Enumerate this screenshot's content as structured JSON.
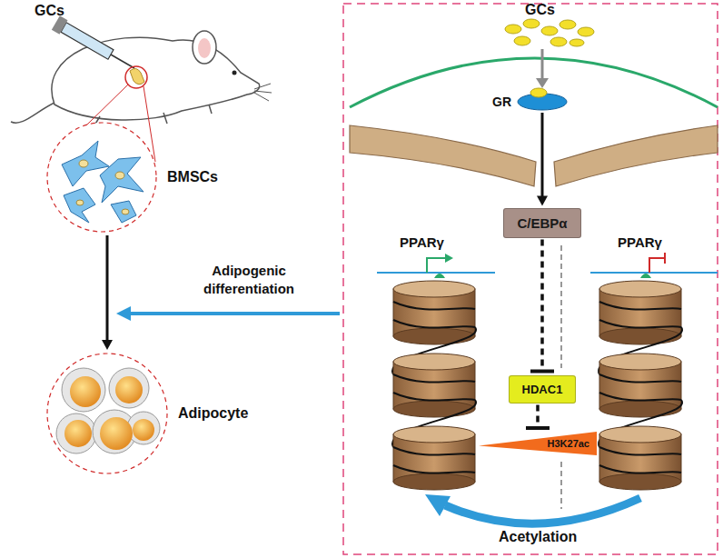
{
  "diagram": {
    "nodes": [
      {
        "text": [
          "BMSCs"
        ]
      },
      {
        "text": [
          "Adipocyte"
        ]
      },
      {
        "text": [
          "GR"
        ]
      },
      {
        "text": [
          "C/EBPα"
        ]
      },
      {
        "text": [
          "HDAC1"
        ]
      },
      {
        "text": [
          "H3K27ac"
        ]
      }
    ],
    "edges": [
      {
        "from": 0,
        "to": 1,
        "arrow": "to"
      },
      {
        "from": 2,
        "to": 3,
        "arrow": "to"
      },
      {
        "from": 3,
        "to": 4,
        "arrow": "to"
      },
      {
        "from": 4,
        "to": 5,
        "arrow": "to"
      }
    ],
    "labels": [
      "GCs",
      "Adipogenic differentiation",
      "GCs",
      "PPARγ",
      "PPARγ",
      "Acetylation"
    ]
  }
}
